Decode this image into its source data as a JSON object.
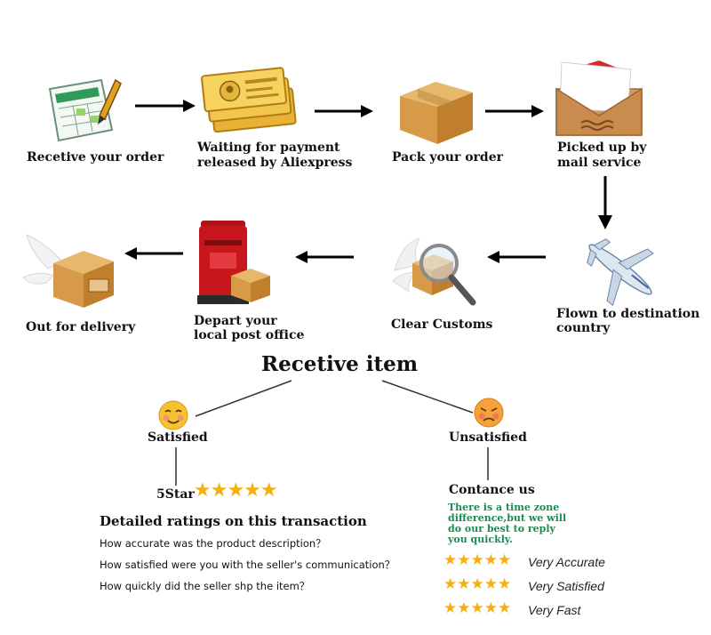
{
  "steps": {
    "receive_order": "Recetive your order",
    "waiting_payment_line1": "Waiting for payment",
    "waiting_payment_line2": "released by Aliexpress",
    "pack_order": "Pack your order",
    "picked_up_line1": "Picked up by",
    "picked_up_line2": "mail service",
    "flown_line1": "Flown to destination",
    "flown_line2": "country",
    "clear_customs": "Clear Customs",
    "depart_line1": "Depart your",
    "depart_line2": "local post office",
    "out_for_delivery": "Out for delivery"
  },
  "receive_item": {
    "title": "Recetive item",
    "satisfied": "Satisfied",
    "unsatisfied": "Unsatisfied"
  },
  "satisfied_branch": {
    "five_star_prefix": "5Star",
    "stars": "★★★★★",
    "ratings_heading": "Detailed ratings on this transaction",
    "questions": [
      "How accurate was the product description？",
      "How satisfied were you with the seller's communication？",
      "How quickly did the seller shp the item？"
    ]
  },
  "unsatisfied_branch": {
    "contact_heading": "Contance us",
    "note_line1": "There is a time zone",
    "note_line2": "difference,but we will",
    "note_line3": "do  our best to reply",
    "note_line4": "you quickly.",
    "ratings": [
      {
        "stars": "★★★★★",
        "label": "Very Accurate"
      },
      {
        "stars": "★★★★★",
        "label": "Very Satisfied"
      },
      {
        "stars": "★★★★★",
        "label": "Very Fast"
      }
    ]
  },
  "icons": {
    "order": "order-form-pencil-icon",
    "payment": "money-bills-icon",
    "pack": "cardboard-box-icon",
    "mail": "envelope-icon",
    "plane": "airplane-icon",
    "customs": "magnifier-box-icon",
    "postbox": "red-postbox-icon",
    "delivery": "winged-box-icon",
    "happy": "smiling-face-icon",
    "sad": "sad-face-icon"
  },
  "colors": {
    "star": "#f2b10f",
    "note_green": "#1e8a52",
    "box_brown": "#d6a257",
    "postbox_red": "#c8161d"
  }
}
